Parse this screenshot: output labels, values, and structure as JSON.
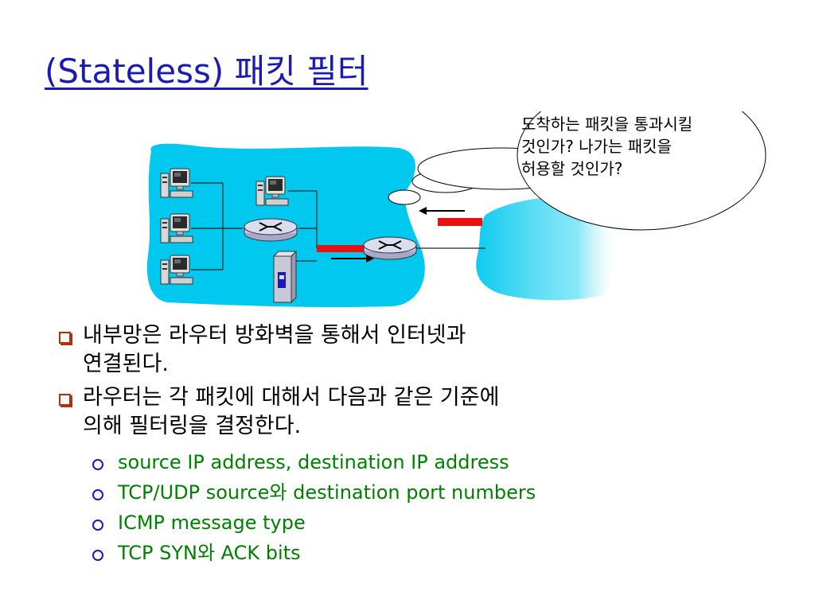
{
  "title": "(Stateless) 패킷 필터",
  "bubble": {
    "lines": [
      "도착하는 패킷을 통과시킬",
      "것인가? 나가는 패킷을",
      "허용할 것인가?"
    ]
  },
  "bullets": [
    {
      "lines": [
        "내부망은 라우터 방화벽을 통해서 인터넷과",
        "연결된다."
      ]
    },
    {
      "lines": [
        "라우터는 각 패킷에 대해서 다음과 같은 기준에",
        "의해 필터링을 결정한다."
      ],
      "sub": [
        "source IP address, destination IP address",
        "TCP/UDP source와 destination port numbers",
        "ICMP message type",
        "TCP SYN와 ACK bits"
      ]
    }
  ],
  "colors": {
    "title": "#1a1ab4",
    "network": "#00c8ee",
    "packet": "#e81010",
    "sub_bullet_text": "#008000",
    "bullet_square": "#b03010"
  },
  "icons": [
    "desktop-computer-icon",
    "router-icon",
    "firewall-device-icon",
    "packet-icon",
    "arrow-icon"
  ]
}
